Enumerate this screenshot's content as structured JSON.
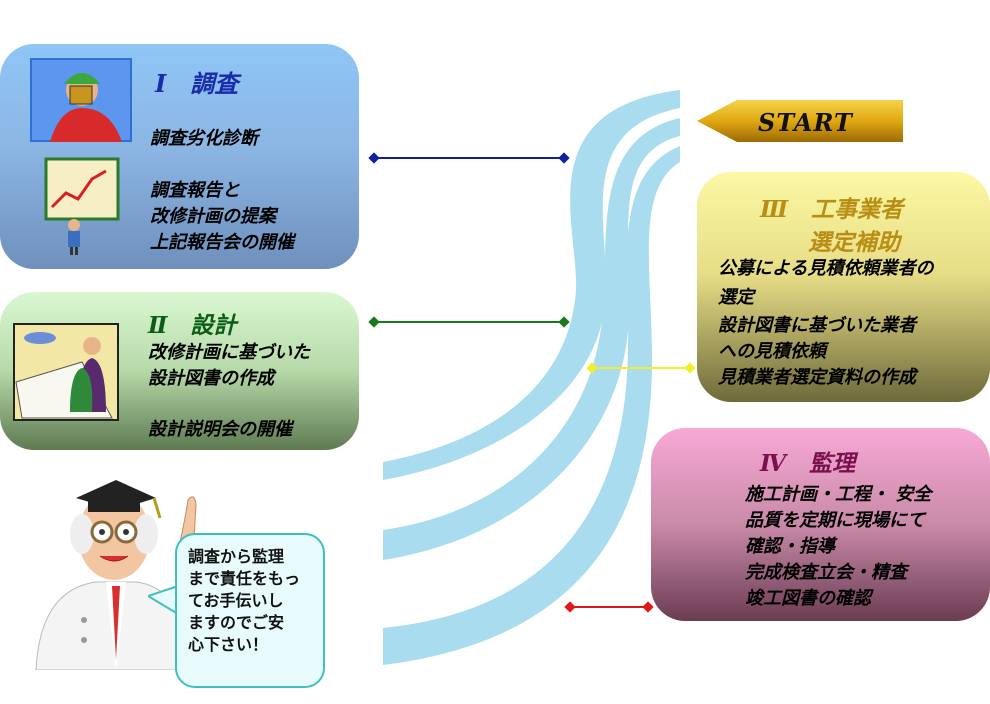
{
  "start": {
    "label": "START"
  },
  "survey": {
    "title": "Ⅰ　調査",
    "lines": [
      "調査劣化診断",
      "調査報告と",
      "改修計画の提案",
      "上記報告会の開催"
    ]
  },
  "design": {
    "title": "Ⅱ　設計",
    "lines": [
      "改修計画に基づいた",
      "設計図書の作成",
      "設計説明会の開催"
    ]
  },
  "contractor": {
    "title_line1": "Ⅲ　工事業者",
    "title_line2": "選定補助",
    "lines": [
      "公募による見積依頼業者の",
      "選定",
      "設計図書に基づいた業者",
      "への見積依頼",
      "見積業者選定資料の作成"
    ]
  },
  "supervision": {
    "title": "Ⅳ　監理",
    "lines": [
      "施工計画・工程・ 安全",
      "品質を定期に現場にて",
      "確認・指導",
      " 完成検査立会・精査",
      "竣工図書の確認"
    ]
  },
  "speech": {
    "lines": [
      "調査から監理",
      "まで責任をもっ",
      "てお手伝いし",
      "ますのでご安",
      "心下さい！"
    ]
  },
  "colors": {
    "survey_line": "#1020a0",
    "design_line": "#1a7a1a",
    "contractor_line": "#f2ee2a",
    "supervision_line": "#e01818",
    "stream": "#a8dcee"
  }
}
